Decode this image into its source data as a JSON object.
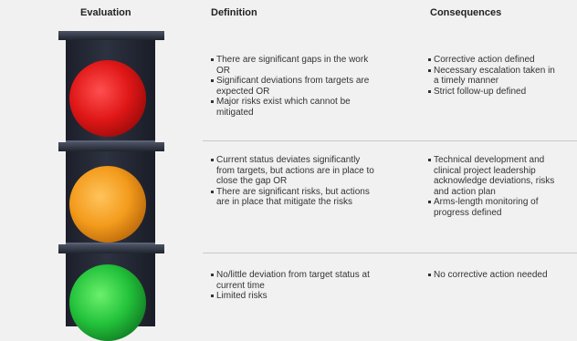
{
  "headers": {
    "evaluation": "Evaluation",
    "definition": "Definition",
    "consequences": "Consequences"
  },
  "rows": [
    {
      "status": "red",
      "definition": [
        "There are significant gaps in the work OR",
        "Significant deviations from targets are expected OR",
        "Major risks exist which cannot be mitigated"
      ],
      "consequences": [
        "Corrective action defined",
        "Necessary escalation taken in\na timely manner",
        "Strict follow-up defined"
      ]
    },
    {
      "status": "amber",
      "definition": [
        "Current status deviates significantly from targets, but actions are in place to close the gap OR",
        "There are significant risks, but actions are in place that mitigate the risks"
      ],
      "consequences": [
        "Technical development and\nclinical project leadership\nacknowledge deviations, risks\nand action plan",
        "Arms-length monitoring of\nprogress defined"
      ]
    },
    {
      "status": "green",
      "definition": [
        "No/little deviation from target status at current time",
        "Limited risks"
      ],
      "consequences": [
        "No corrective action needed"
      ]
    }
  ],
  "colors": {
    "red": "#e01717",
    "amber": "#f39b1c",
    "green": "#23c23b",
    "housing": "#232733"
  }
}
